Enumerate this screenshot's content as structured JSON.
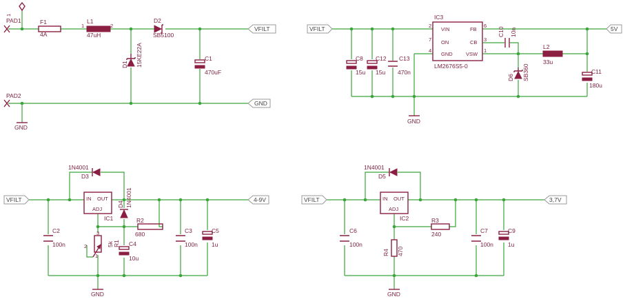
{
  "colors": {
    "wire": "#3aa53a",
    "component": "#8a1f42",
    "text": "#7a1f3d",
    "background": "#ffffff"
  },
  "block1": {
    "pad1": "PAD1",
    "pad2": "PAD2",
    "f1": "F1",
    "f1_value": "4A",
    "l1": "L1",
    "l1_value": "47uH",
    "l1_pin1": "1",
    "l1_pin2": "2",
    "d1": "D1",
    "d1_value": "15KE22A",
    "d2": "D2",
    "d2_value": "SB5100",
    "c1": "C1",
    "c1_value": "470uF",
    "net_vfilt": "VFILT",
    "net_gnd": "GND",
    "gnd": "GND"
  },
  "block2": {
    "net_vfilt": "VFILT",
    "net_5v": "5V",
    "ic3": "IC3",
    "ic3_part": "LM2676S5-0",
    "pin_vin": "VIN",
    "pin_on": "ON",
    "pin_gnd": "GND",
    "pin_fb": "FB",
    "pin_cb": "CB",
    "pin_vsw": "VSW",
    "pin2": "2",
    "pin7": "7",
    "pin4": "4",
    "pin6": "6",
    "pin3": "3",
    "pin1": "1",
    "c8": "C8",
    "c8_value": "15u",
    "c12": "C12",
    "c12_value": "15u",
    "c13": "C13",
    "c13_value": "470n",
    "c10": "C10",
    "c10_value": "10n",
    "l2": "L2",
    "l2_value": "33u",
    "d6": "D6",
    "d6_value": "SB360",
    "c11": "C11",
    "c11_value": "180u",
    "gnd": "GND"
  },
  "block3": {
    "net_vfilt": "VFILT",
    "net_out": "4-9V",
    "d3_part": "1N4001",
    "d3": "D3",
    "d4": "D4",
    "d4_part": "1N4001",
    "ic1": "IC1",
    "pin_in": "IN",
    "pin_out": "OUT",
    "pin_adj": "ADJ",
    "c2": "C2",
    "c2_value": "100n",
    "r1": "R1",
    "r1_value": "5k",
    "r1_pin1": "1",
    "r1_pin2": "2",
    "r1_pin3": "3",
    "c4": "C4",
    "c4_value": "10u",
    "r2": "R2",
    "r2_value": "680",
    "c3": "C3",
    "c3_value": "100n",
    "c5": "C5",
    "c5_value": "1u",
    "gnd": "GND"
  },
  "block4": {
    "net_vfilt": "VFILT",
    "net_out": "3,7V",
    "d5_part": "1N4001",
    "d5": "D5",
    "ic2": "IC2",
    "pin_in": "IN",
    "pin_out": "OUT",
    "pin_adj": "ADJ",
    "c6": "C6",
    "c6_value": "100n",
    "r3": "R3",
    "r3_value": "240",
    "r4": "R4",
    "r4_value": "470",
    "c7": "C7",
    "c7_value": "100n",
    "c9": "C9",
    "c9_value": "1u",
    "gnd": "GND"
  }
}
